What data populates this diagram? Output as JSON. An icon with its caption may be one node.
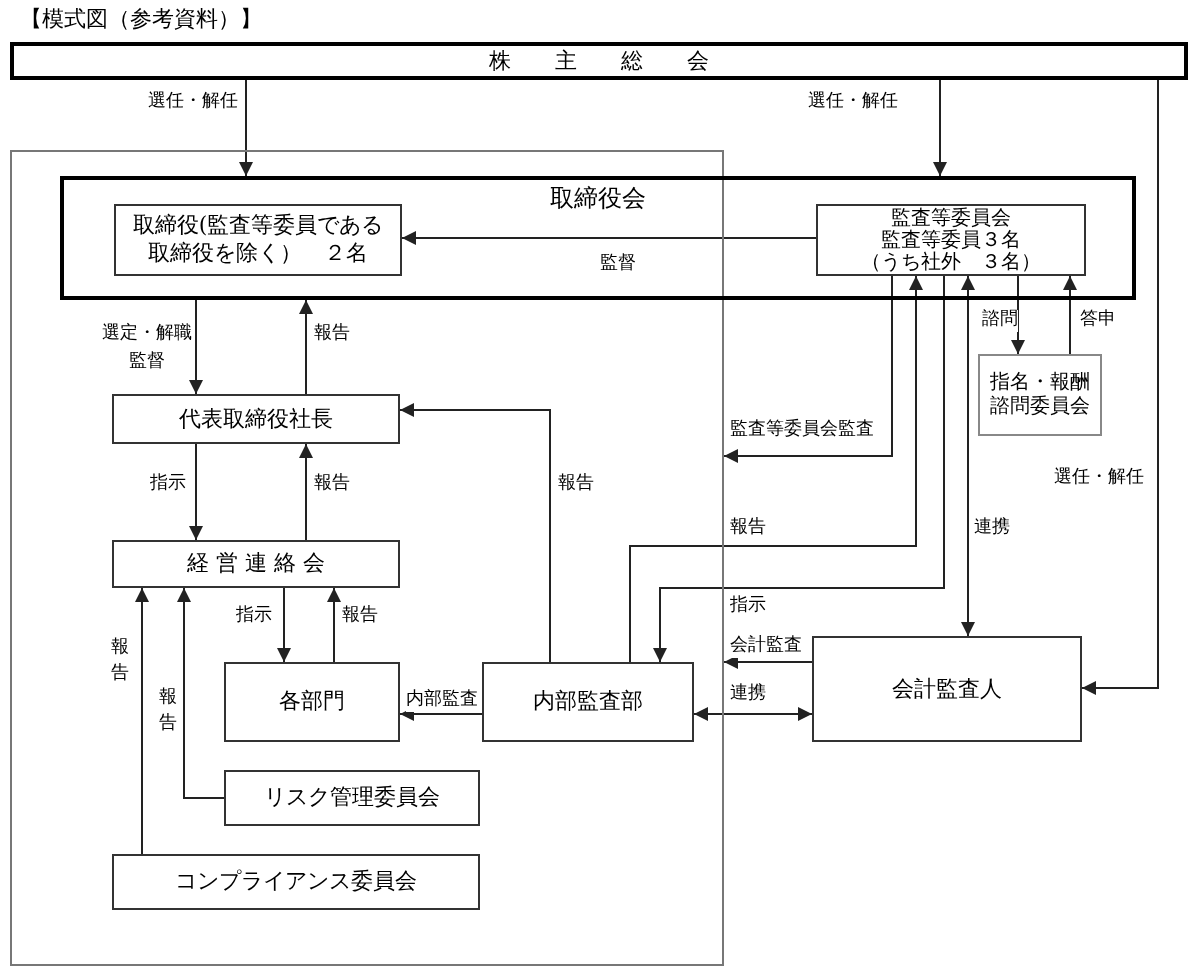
{
  "diagram": {
    "title": "【模式図（参考資料）】",
    "nodes": [
      {
        "text": [
          "株　　主　　総　　会"
        ]
      },
      {
        "text": [],
        "shape": "box"
      },
      {
        "text": [
          "取締役会"
        ]
      },
      {
        "text": [
          "取締役(監査等委員である取締役を除く）　２名"
        ]
      },
      {
        "text": [
          "監査等委員会",
          "監査等委員３名",
          "（うち社外　３名）"
        ],
        "in": 2
      },
      {
        "text": [
          "指名・報酬諮問委員会"
        ]
      },
      {
        "text": [
          "代表取締役社長"
        ],
        "in": 1
      },
      {
        "text": [
          "経 営 連 絡 会"
        ],
        "in": 1
      },
      {
        "text": [
          "各部門"
        ],
        "in": 1
      },
      {
        "text": [
          "内部監査部"
        ],
        "in": 1
      },
      {
        "text": [
          "会計監査人"
        ]
      },
      {
        "text": [
          "リスク管理委員会"
        ],
        "in": 1
      },
      {
        "text": [
          "コンプライアンス委員会"
        ],
        "in": 1
      }
    ],
    "edges": [
      {
        "from": 0,
        "to": 2,
        "arrow": "to",
        "label": "選任・解任"
      },
      {
        "from": 0,
        "to": 2,
        "arrow": "to",
        "label": "選任・解任"
      },
      {
        "from": 0,
        "to": 10,
        "arrow": "to",
        "label": "選任・解任"
      },
      {
        "from": 4,
        "to": 3,
        "arrow": "to",
        "label": "監督"
      },
      {
        "from": 4,
        "to": 5,
        "arrow": "to",
        "label": "諮問"
      },
      {
        "from": 5,
        "to": 4,
        "arrow": "to",
        "label": "答申"
      },
      {
        "from": 2,
        "to": 6,
        "arrow": "to",
        "label": "選定・解職監督"
      },
      {
        "from": 6,
        "to": 2,
        "arrow": "to",
        "label": "報告"
      },
      {
        "from": 6,
        "to": 7,
        "arrow": "to",
        "label": "指示"
      },
      {
        "from": 7,
        "to": 6,
        "arrow": "to",
        "label": "報告"
      },
      {
        "from": 7,
        "to": 8,
        "arrow": "to",
        "label": "指示"
      },
      {
        "from": 8,
        "to": 7,
        "arrow": "to",
        "label": "報告"
      },
      {
        "from": 9,
        "to": 6,
        "arrow": "to",
        "label": "報告"
      },
      {
        "from": 9,
        "to": 8,
        "arrow": "to",
        "label": "内部監査"
      },
      {
        "from": 4,
        "to": 1,
        "arrow": "to",
        "label": "監査等委員会監査"
      },
      {
        "from": 9,
        "to": 4,
        "arrow": "to",
        "label": "報告"
      },
      {
        "from": 4,
        "to": 9,
        "arrow": "to",
        "label": "指示"
      },
      {
        "from": 4,
        "to": 10,
        "arrow": "both",
        "label": "連携"
      },
      {
        "from": 10,
        "to": 1,
        "arrow": "to",
        "label": "会計監査"
      },
      {
        "from": 9,
        "to": 10,
        "arrow": "both",
        "label": "連携"
      },
      {
        "from": 11,
        "to": 7,
        "arrow": "to",
        "label": "報告"
      },
      {
        "from": 12,
        "to": 7,
        "arrow": "to",
        "label": "報告"
      }
    ]
  }
}
